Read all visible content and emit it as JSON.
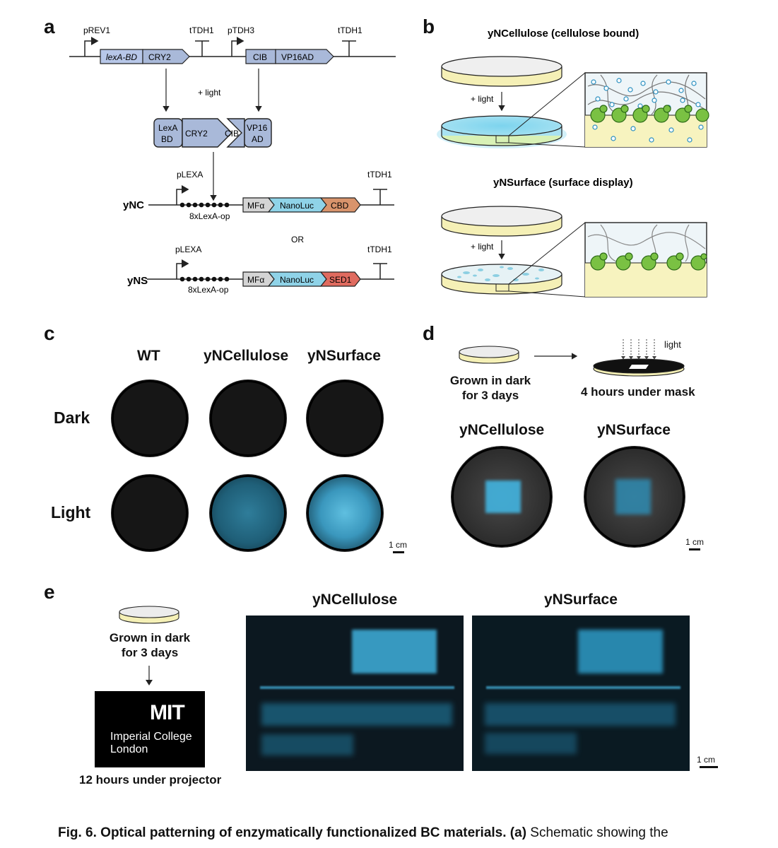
{
  "panels": {
    "a": "a",
    "b": "b",
    "c": "c",
    "d": "d",
    "e": "e"
  },
  "panel_a": {
    "pREV1": "pREV1",
    "tTDH1_1": "tTDH1",
    "pTDH3": "pTDH3",
    "tTDH1_2": "tTDH1",
    "lexA_BD": "lexA-BD",
    "CRY2": "CRY2",
    "CIB": "CIB",
    "VP16AD": "VP16AD",
    "plus_light": "+ light",
    "complex_lexA_1": "LexA",
    "complex_lexA_2": "BD",
    "complex_CRY2": "CRY2",
    "complex_CIB": "CIB",
    "complex_VP16_1": "VP16",
    "complex_VP16_2": "AD",
    "pLEXA": "pLEXA",
    "tTDH1_3": "tTDH1",
    "yNC": "yNC",
    "op1": "8xLexA-op",
    "MFa": "MFα",
    "NanoLuc": "NanoLuc",
    "CBD": "CBD",
    "or": "OR",
    "pLEXA_2": "pLEXA",
    "tTDH1_4": "tTDH1",
    "yNS": "yNS",
    "op2": "8xLexA-op",
    "MFa_2": "MFα",
    "NanoLuc_2": "NanoLuc",
    "SED1": "SED1"
  },
  "panel_b": {
    "title1": "yNCellulose (cellulose bound)",
    "light1": "+ light",
    "title2": "yNSurface (surface display)",
    "light2": "+ light"
  },
  "panel_c": {
    "cols": [
      "WT",
      "yNCellulose",
      "yNSurface"
    ],
    "rows": [
      "Dark",
      "Light"
    ],
    "scale": "1 cm"
  },
  "panel_d": {
    "grown": "Grown in dark\nfor 3 days",
    "light": "light",
    "mask": "4 hours under mask",
    "cols": [
      "yNCellulose",
      "yNSurface"
    ],
    "scale": "1 cm"
  },
  "panel_e": {
    "grown": "Grown in dark\nfor 3 days",
    "logo_mit": "MIT",
    "logo_line1": "Imperial College",
    "logo_line2": "London",
    "projector": "12 hours under projector",
    "cols": [
      "yNCellulose",
      "yNSurface"
    ],
    "scale": "1 cm"
  },
  "caption": {
    "bold": "Fig. 6. Optical patterning of enzymatically functionalized BC materials. (a)",
    "rest": " Schematic showing the"
  },
  "colors": {
    "cyan": "#4fb6dc",
    "green": "#7ac143",
    "blue_part": "#a9b9d9",
    "red_part": "#e06b5f",
    "orange_part": "#d9946c",
    "yellow": "#f5f0b6"
  }
}
